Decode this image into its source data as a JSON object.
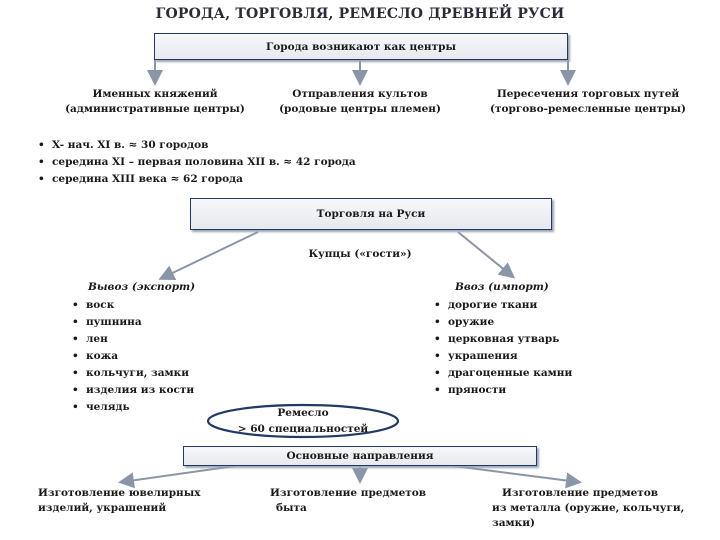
{
  "title": "ГОРОДА, ТОРГОВЛЯ, РЕМЕСЛО ДРЕВНЕЙ РУСИ",
  "cities": {
    "box_label": "Города возникают как центры",
    "branches": [
      {
        "line1": "Именных княжений",
        "line2": "(административные центры)"
      },
      {
        "line1": "Отправления культов",
        "line2": "(родовые центры племен)"
      },
      {
        "line1": "Пересечения торговых путей",
        "line2": "(торгово-ремесленные центры)"
      }
    ],
    "counts": [
      "X- нач. XI в. ≈ 30 городов",
      "середина XI – первая половина XII в. ≈ 42 города",
      "середина XIII века ≈ 62 города"
    ]
  },
  "trade": {
    "box_label": "Торговля на Руси",
    "merchants": "Купцы («гости»)",
    "export": {
      "heading": "Вывоз (экспорт)",
      "items": [
        "воск",
        "пушнина",
        "лен",
        "кожа",
        "кольчуги, замки",
        "изделия из кости",
        "челядь"
      ]
    },
    "import": {
      "heading": "Ввоз (импорт)",
      "items": [
        "дорогие ткани",
        "оружие",
        "церковная утварь",
        "украшения",
        "драгоценные камни",
        "пряности"
      ]
    }
  },
  "craft": {
    "line1": "Ремесло",
    "line2": "> 60 специальностей",
    "box_label": "Основные направления",
    "directions": [
      {
        "line1": "Изготовление ювелирных",
        "line2": "изделий, украшений"
      },
      {
        "line1": "Изготовление предметов",
        "line2": "быта"
      },
      {
        "line1": "Изготовление предметов",
        "line2": "из металла (оружие, кольчуги,",
        "line3": "замки)"
      }
    ]
  }
}
